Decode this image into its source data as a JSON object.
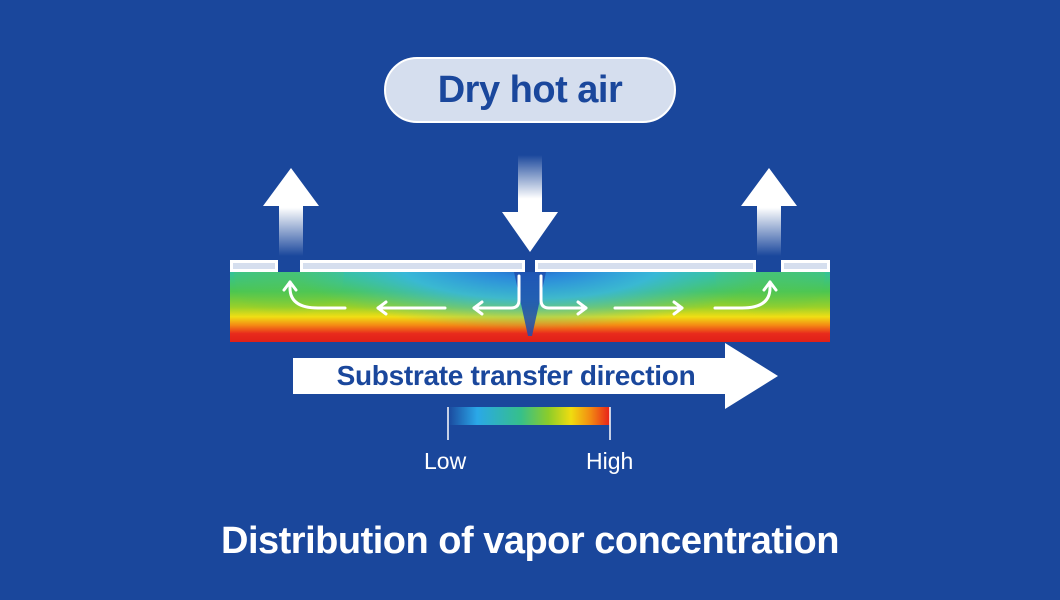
{
  "top_label": "Dry hot air",
  "transfer_label": "Substrate transfer direction",
  "scale": {
    "low": "Low",
    "high": "High"
  },
  "caption": "Distribution of vapor concentration",
  "colors": {
    "background": "#1a479c",
    "pill_fill": "#d5deee",
    "scale_stops": [
      "#1a479c",
      "#2aa8e8",
      "#36c08a",
      "#8ccc2a",
      "#f0dc10",
      "#f28a12",
      "#e8201a"
    ]
  }
}
